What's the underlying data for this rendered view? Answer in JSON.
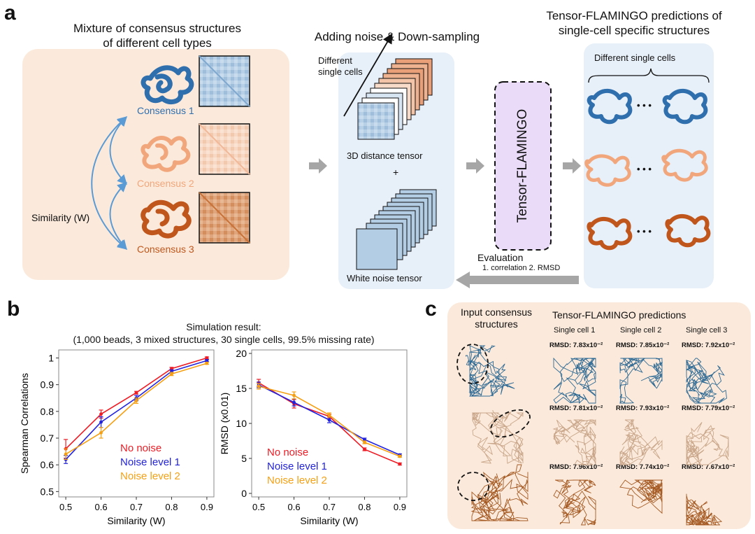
{
  "panel_a": {
    "letter": "a",
    "mixture_title": [
      "Mixture of consensus structures",
      "of different cell types"
    ],
    "consensus_labels": [
      "Consensus 1",
      "Consensus 2",
      "Consensus 3"
    ],
    "consensus_colors": [
      "#2f6fae",
      "#f2a67b",
      "#c0561b"
    ],
    "similarity_label": "Similarity (W)",
    "noise_title": "Adding noise & Down-sampling",
    "different_single_cells": [
      "Different",
      "single cells"
    ],
    "distance_tensor_label": "3D distance tensor",
    "plus": "+",
    "white_noise_label": "White noise tensor",
    "model_name": "Tensor-FLAMINGO",
    "pred_title": [
      "Tensor-FLAMINGO predictions of",
      "single-cell specific structures"
    ],
    "different_cells_label": "Different single cells",
    "ellipsis": "• • •",
    "evaluation_title": "Evaluation",
    "evaluation_metrics": "1. correlation 2. RMSD"
  },
  "panel_b": {
    "letter": "b",
    "title": [
      "Simulation result:",
      "(1,000 beads, 3 mixed structures, 30 single cells, 99.5% missing rate)"
    ]
  },
  "panel_c": {
    "letter": "c",
    "input_title": [
      "Input consensus",
      "structures"
    ],
    "pred_title": "Tensor-FLAMINGO predictions",
    "cell_labels": [
      "Single cell 1",
      "Single cell  2",
      "Single cell 3"
    ],
    "rmsd_rows": [
      [
        "RMSD: 7.83x10⁻²",
        "RMSD: 7.85x10⁻²",
        "RMSD: 7.92x10⁻²"
      ],
      [
        "RMSD: 7.81x10⁻²",
        "RMSD: 7.93x10⁻²",
        "RMSD: 7.79x10⁻²"
      ],
      [
        "RMSD: 7.96x10⁻²",
        "RMSD: 7.74x10⁻²",
        "RMSD: 7.67x10⁻²"
      ]
    ],
    "row_colors": [
      "#2f6a94",
      "#c9a68a",
      "#a55a23"
    ]
  },
  "chart_data": [
    {
      "type": "line",
      "xlabel": "Similarity (W)",
      "ylabel": "Spearman Correlations",
      "x": [
        0.5,
        0.6,
        0.7,
        0.8,
        0.9
      ],
      "xlim": [
        0.48,
        0.92
      ],
      "ylim": [
        0.48,
        1.03
      ],
      "yticks": [
        0.5,
        0.6,
        0.7,
        0.8,
        0.9,
        1
      ],
      "series": [
        {
          "name": "No noise",
          "color": "#ee1c25",
          "values": [
            0.66,
            0.79,
            0.87,
            0.96,
            1.0
          ],
          "err": [
            0.035,
            0.015,
            0.005,
            0.005,
            0.004
          ]
        },
        {
          "name": "Noise level 1",
          "color": "#2222dd",
          "values": [
            0.62,
            0.76,
            0.85,
            0.95,
            0.99
          ],
          "err": [
            0.015,
            0.02,
            0.01,
            0.006,
            0.004
          ]
        },
        {
          "name": "Noise level 2",
          "color": "#f5a014",
          "values": [
            0.64,
            0.72,
            0.84,
            0.94,
            0.98
          ],
          "err": [
            0.02,
            0.02,
            0.01,
            0.006,
            0.004
          ]
        }
      ]
    },
    {
      "type": "line",
      "xlabel": "Similarity (W)",
      "ylabel": "RMSD (x0.01)",
      "x": [
        0.5,
        0.6,
        0.7,
        0.8,
        0.9
      ],
      "xlim": [
        0.48,
        0.92
      ],
      "ylim": [
        -0.5,
        20.5
      ],
      "yticks": [
        0,
        5,
        10,
        15,
        20
      ],
      "series": [
        {
          "name": "No noise",
          "color": "#ee1c25",
          "values": [
            15.8,
            12.8,
            11.0,
            6.3,
            4.2
          ],
          "err": [
            0.5,
            0.6,
            0.3,
            0.2,
            0.15
          ]
        },
        {
          "name": "Noise level 1",
          "color": "#2222dd",
          "values": [
            15.5,
            13.0,
            10.5,
            7.7,
            5.5
          ],
          "err": [
            0.4,
            0.5,
            0.4,
            0.2,
            0.15
          ]
        },
        {
          "name": "Noise level 2",
          "color": "#f5a014",
          "values": [
            15.3,
            14.0,
            11.2,
            7.3,
            5.3
          ],
          "err": [
            0.4,
            0.5,
            0.3,
            0.2,
            0.15
          ]
        }
      ]
    }
  ]
}
